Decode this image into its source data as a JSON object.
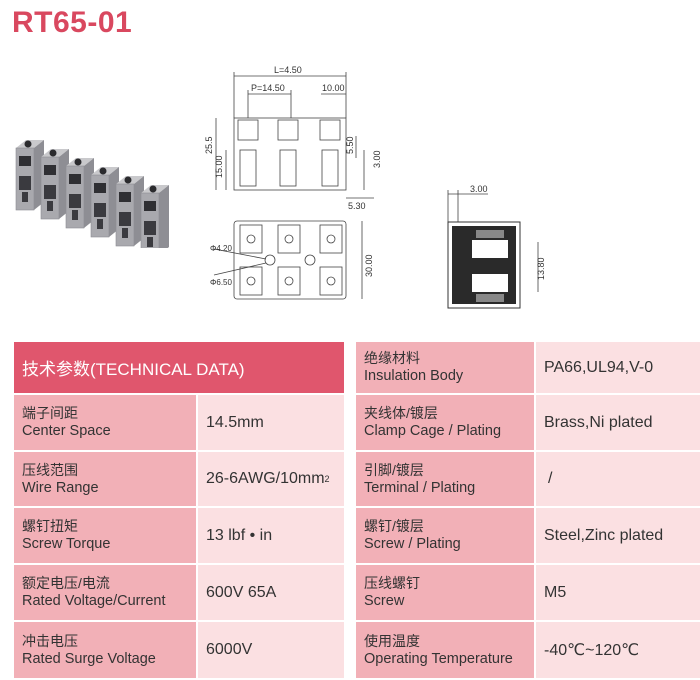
{
  "title": "RT65-01",
  "drawing": {
    "top_view": {
      "L": "L=4.50",
      "P": "P=14.50",
      "w1": "10.00",
      "h1": "25.5",
      "h2": "15.00",
      "h3": "5.50",
      "h4": "3.00",
      "w2": "5.30"
    },
    "bottom_view": {
      "d1": "Φ4.20",
      "d2": "Φ6.50",
      "h": "30.00"
    },
    "side_view": {
      "w": "3.00",
      "h": "13.80"
    }
  },
  "table": {
    "header": "技术参数(TECHNICAL DATA)",
    "left_rows": [
      {
        "zh": "端子间距",
        "en": "Center Space",
        "value": "14.5mm"
      },
      {
        "zh": "压线范围",
        "en": "Wire Range",
        "value": "26-6AWG/10mm",
        "sup": "2"
      },
      {
        "zh": "螺钉扭矩",
        "en": "Screw Torque",
        "value": "13 lbf • in"
      },
      {
        "zh": "额定电压/电流",
        "en": "Rated Voltage/Current",
        "value": "600V 65A"
      },
      {
        "zh": "冲击电压",
        "en": "Rated Surge Voltage",
        "value": "6000V"
      }
    ],
    "right_rows": [
      {
        "zh": "绝缘材料",
        "en": "Insulation Body",
        "value": "PA66,UL94,V-0"
      },
      {
        "zh": "夹线体/镀层",
        "en": "Clamp Cage / Plating",
        "value": "Brass,Ni plated"
      },
      {
        "zh": "引脚/镀层",
        "en": "Terminal / Plating",
        "value": "/"
      },
      {
        "zh": "螺钉/镀层",
        "en": "Screw / Plating",
        "value": "Steel,Zinc plated"
      },
      {
        "zh": "压线螺钉",
        "en": "Screw",
        "value": "M5"
      },
      {
        "zh": "使用温度",
        "en": "Operating Temperature",
        "value": "-40℃~120℃"
      }
    ]
  }
}
